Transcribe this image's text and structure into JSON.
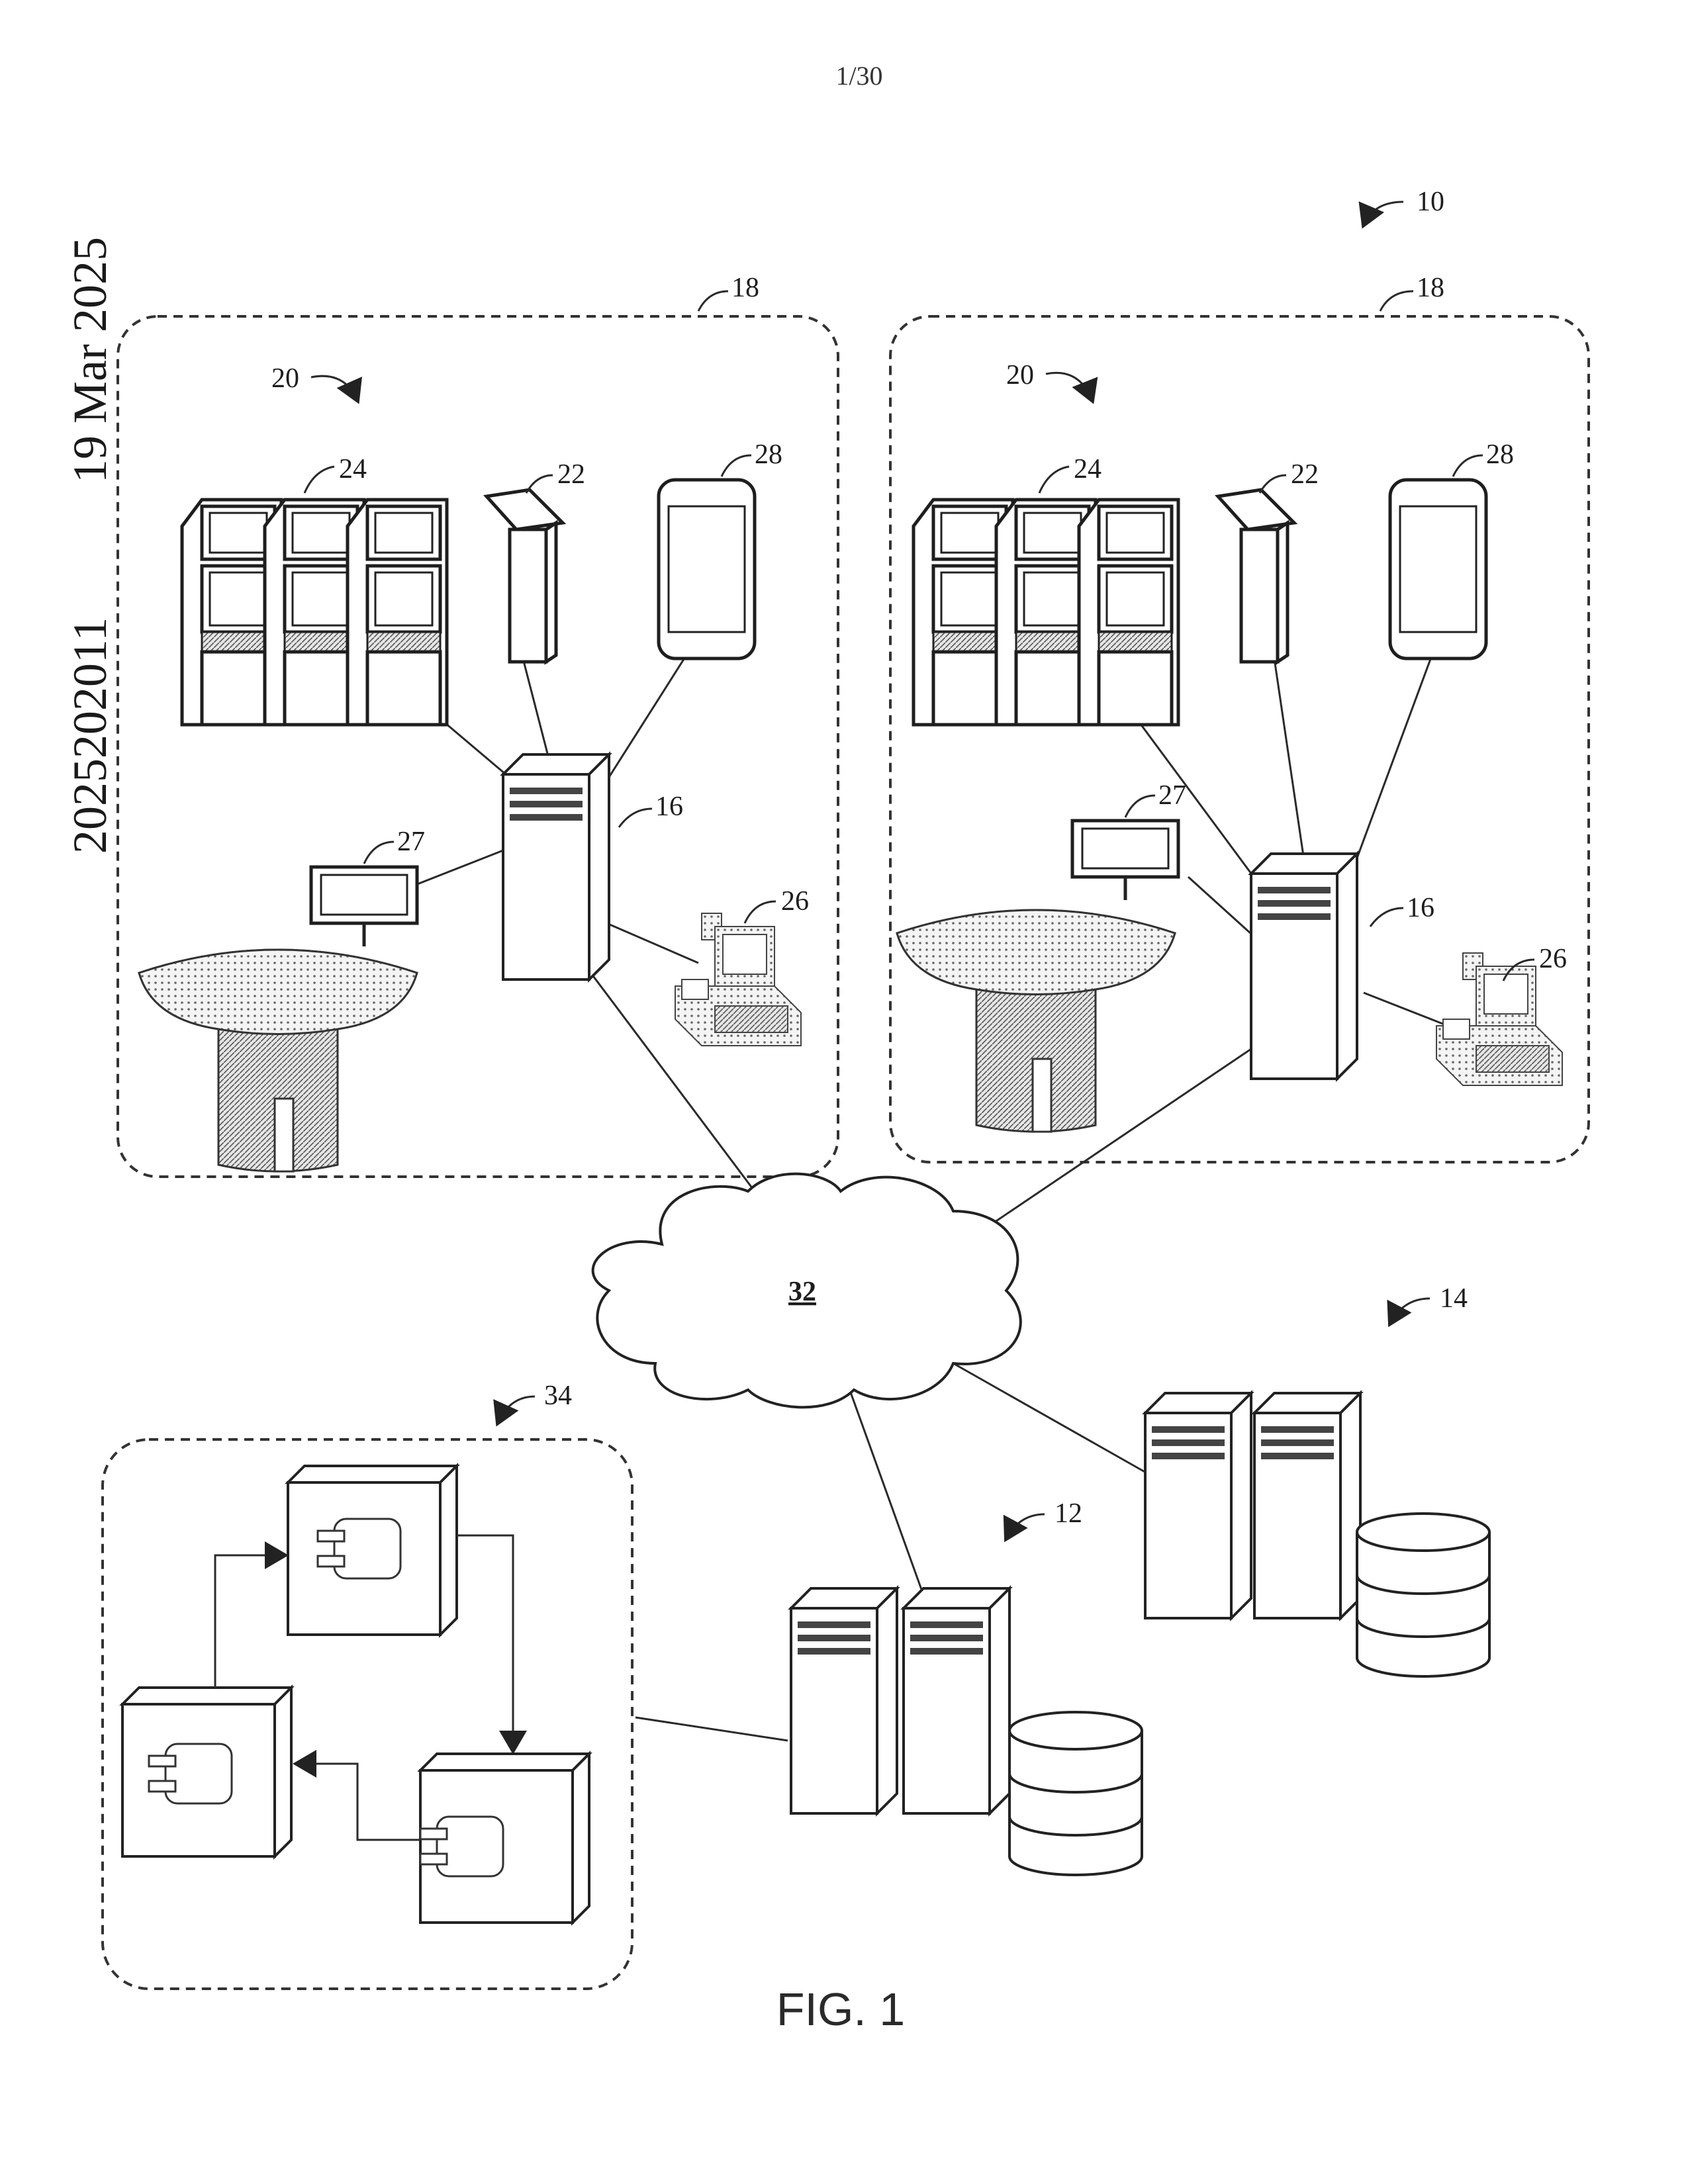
{
  "page_number": "1/30",
  "side_text": {
    "number": "2025202011",
    "date": "19 Mar 2025"
  },
  "figure_caption": "FIG. 1",
  "cloud_label": "32",
  "labels": {
    "system": "10",
    "server_12": "12",
    "server_14": "14",
    "site_server": "16",
    "site_boundary": "18",
    "devices_group": "20",
    "kiosk": "22",
    "gaming_machines": "24",
    "pos_terminal": "26",
    "table_display": "27",
    "mobile_device": "28",
    "services_group": "34"
  }
}
